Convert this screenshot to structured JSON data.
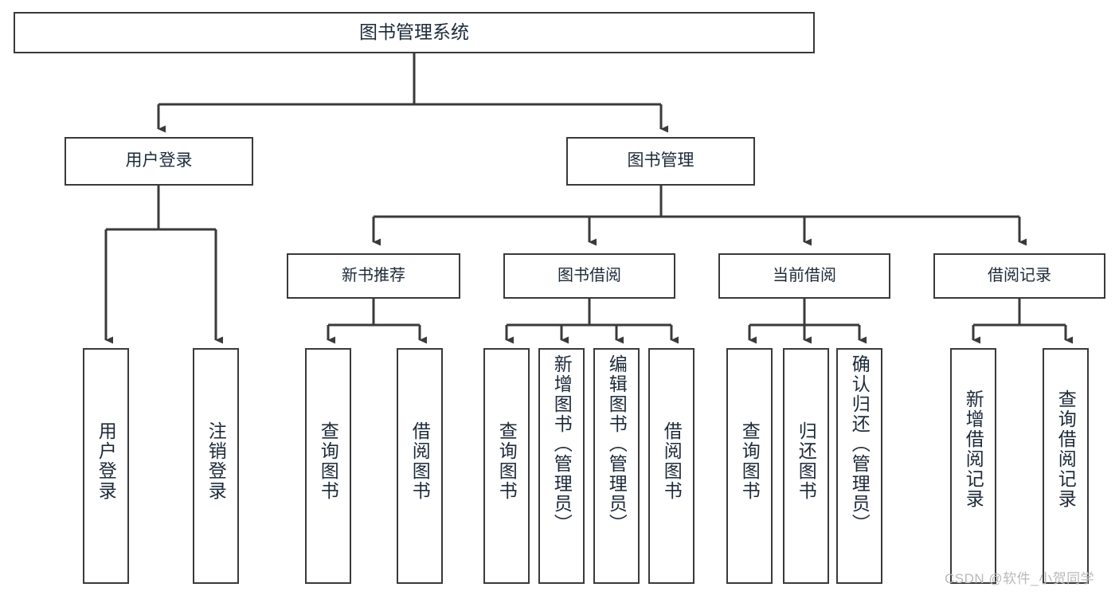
{
  "diagram": {
    "title": "图书管理系统",
    "type": "tree-hierarchy",
    "root": {
      "id": "root",
      "label": "图书管理系统"
    },
    "tier1": [
      {
        "id": "user-login",
        "label": "用户登录"
      },
      {
        "id": "book-management",
        "label": "图书管理"
      }
    ],
    "tier2": [
      {
        "id": "new-book-recommend",
        "label": "新书推荐",
        "parent": "book-management"
      },
      {
        "id": "book-borrow",
        "label": "图书借阅",
        "parent": "book-management"
      },
      {
        "id": "current-borrow",
        "label": "当前借阅",
        "parent": "book-management"
      },
      {
        "id": "borrow-record",
        "label": "借阅记录",
        "parent": "book-management"
      }
    ],
    "leaves": {
      "user-login": [
        {
          "id": "leaf-user-login",
          "label": "用户登录"
        },
        {
          "id": "leaf-logout-login",
          "label": "注销登录"
        }
      ],
      "new-book-recommend": [
        {
          "id": "leaf-query-book-1",
          "label": "查询图书"
        },
        {
          "id": "leaf-borrow-book-1",
          "label": "借阅图书"
        }
      ],
      "book-borrow": [
        {
          "id": "leaf-query-book-2",
          "label": "查询图书"
        },
        {
          "id": "leaf-add-book-admin",
          "label": "新增图书（管理员）"
        },
        {
          "id": "leaf-edit-book-admin",
          "label": "编辑图书（管理员）"
        },
        {
          "id": "leaf-borrow-book-2",
          "label": "借阅图书"
        }
      ],
      "current-borrow": [
        {
          "id": "leaf-query-book-3",
          "label": "查询图书"
        },
        {
          "id": "leaf-return-book",
          "label": "归还图书"
        },
        {
          "id": "leaf-confirm-return-admin",
          "label": "确认归还（管理员）"
        }
      ],
      "borrow-record": [
        {
          "id": "leaf-add-borrow-record",
          "label": "新增借阅记录"
        },
        {
          "id": "leaf-query-borrow-record",
          "label": "查询借阅记录"
        }
      ]
    }
  },
  "watermark": {
    "text": "CSDN @软件_小贺同学"
  },
  "colors": {
    "stroke": "#3a3a3a",
    "fill": "#ffffff",
    "text": "#1d2a3a",
    "watermark": "#b9b9b9"
  }
}
